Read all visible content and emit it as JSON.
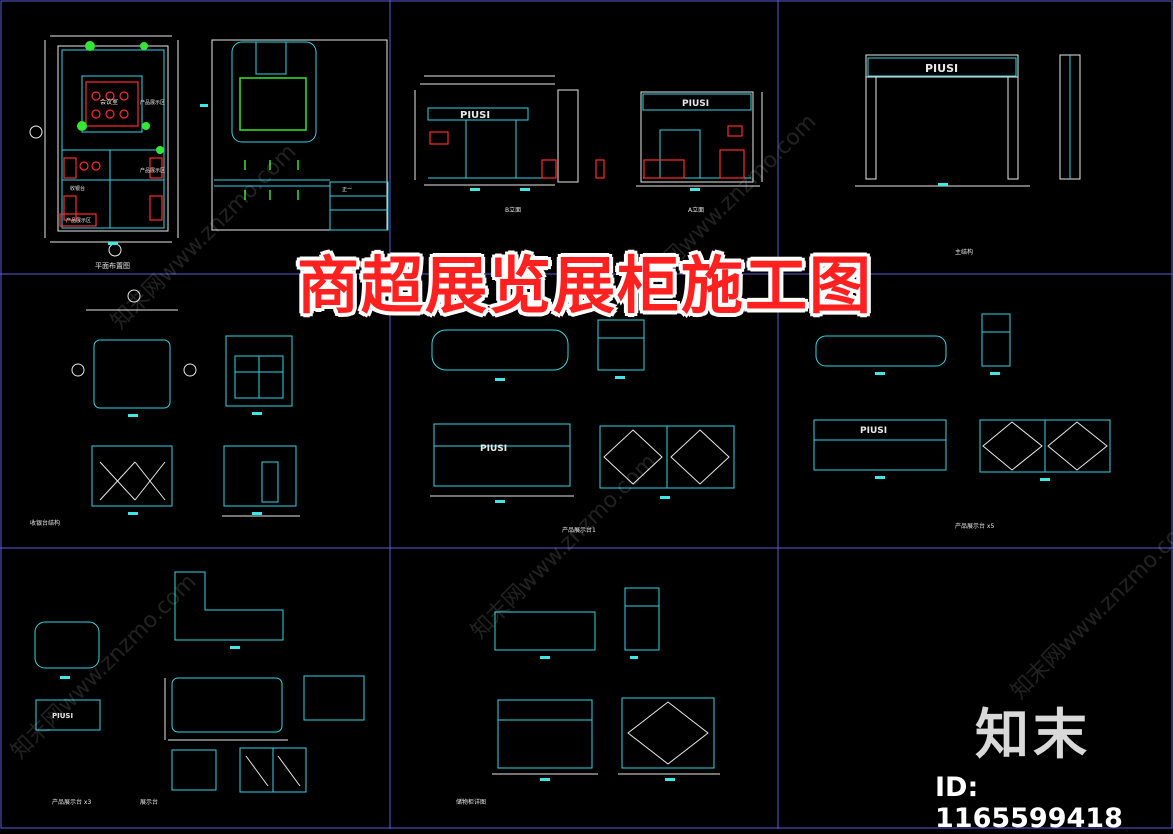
{
  "overlay_title": "商超展览展柜施工图",
  "brand": "知末",
  "id_label": "ID: 1165599418",
  "watermark": "知末网www.znzmo.com",
  "cad_texts": {
    "floor_plan_caption": "平面布置图",
    "elevation_b": "B立面",
    "elevation_a": "A立面",
    "main_frame_caption": "主结构",
    "cabinet_caption": "收银台结构",
    "display1_caption": "产品展示台1",
    "display2_caption": "产品展示台 x5",
    "display3_caption": "产品展示台 x3",
    "small_caption": "展示台",
    "counter_caption": "储物柜详图",
    "brand_sign": "PIUSI",
    "brand_sign_alt": "PIUSI",
    "legend_1": "正一",
    "room_meeting": "会议室",
    "room_product": "产品展示区",
    "room_product2": "产品展示区",
    "room_cashier": "收银台",
    "room_display": "产品展示区"
  },
  "colors": {
    "line_cyan": "#2fd6e6",
    "line_white": "#e8e8e8",
    "line_red": "#ff2a2a",
    "line_green": "#35e635",
    "line_blue": "#5a5ad8",
    "dim_cyan": "#3fe6e6",
    "title_red": "#ff2020",
    "background": "#000000"
  }
}
